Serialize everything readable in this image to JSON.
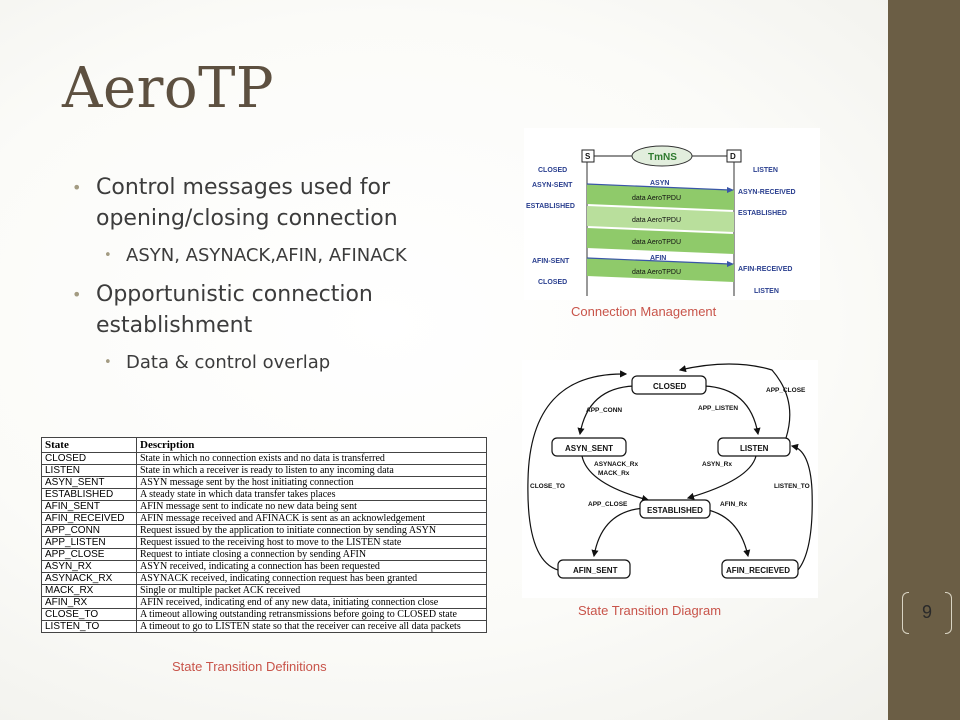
{
  "slide": {
    "title": "AeroTP",
    "page_number": "9",
    "bullets": [
      {
        "text": "Control messages used for opening/closing connection",
        "subs": [
          "ASYN, ASYNACK,AFIN, AFINACK"
        ]
      },
      {
        "text": "Opportunistic connection establishment",
        "subs": [
          "Data & control overlap"
        ]
      }
    ]
  },
  "connection_figure": {
    "caption": "Connection Management",
    "s_label": "S",
    "d_label": "D",
    "cloud_label": "TmNS",
    "left_states": [
      "CLOSED",
      "ASYN-SENT",
      "ESTABLISHED",
      "AFIN-SENT",
      "CLOSED"
    ],
    "right_states": [
      "LISTEN",
      "ASYN-RECEIVED",
      "ESTABLISHED",
      "AFIN-RECEIVED",
      "LISTEN"
    ],
    "bands": [
      {
        "ctrl": "ASYN",
        "data": "data AeroTPDU"
      },
      {
        "ctrl": "",
        "data": "data AeroTPDU"
      },
      {
        "ctrl": "",
        "data": "data AeroTPDU"
      },
      {
        "ctrl": "AFIN",
        "data": "data AeroTPDU"
      }
    ]
  },
  "state_diagram": {
    "caption": "State Transition Diagram",
    "states": {
      "closed": "CLOSED",
      "asyn_sent": "ASYN_SENT",
      "listen": "LISTEN",
      "established": "ESTABLISHED",
      "afin_sent": "AFIN_SENT",
      "afin_recieved": "AFIN_RECIEVED"
    },
    "transitions": {
      "app_conn": "APP_CONN",
      "app_listen": "APP_LISTEN",
      "app_close_top": "APP_CLOSE",
      "asynack_rx": "ASYNACK_Rx",
      "mack_rx": "MACK_Rx",
      "asyn_rx": "ASYN_Rx",
      "close_to": "CLOSE_TO",
      "listen_to": "LISTEN_TO",
      "app_close_mid": "APP_CLOSE",
      "afin_rx": "AFIN_Rx"
    }
  },
  "definitions": {
    "caption": "State Transition Definitions",
    "headers": [
      "State",
      "Description"
    ],
    "rows": [
      [
        "CLOSED",
        "State in which no connection exists and no data is transferred"
      ],
      [
        "LISTEN",
        "State in which a receiver is ready to listen to any incoming data"
      ],
      [
        "ASYN_SENT",
        "ASYN message sent by the host initiating connection"
      ],
      [
        "ESTABLISHED",
        "A steady state in which data transfer takes places"
      ],
      [
        "AFIN_SENT",
        "AFIN message sent to indicate no new data being sent"
      ],
      [
        "AFIN_RECEIVED",
        "AFIN message received and AFINACK is sent as an acknowledgement"
      ],
      [
        "APP_CONN",
        "Request issued by the application to initiate connection by sending ASYN"
      ],
      [
        "APP_LISTEN",
        "Request issued to the receiving host to move to the LISTEN state"
      ],
      [
        "APP_CLOSE",
        "Request to intiate closing a connection by sending AFIN"
      ],
      [
        "ASYN_RX",
        "ASYN received, indicating a connection has been requested"
      ],
      [
        "ASYNACK_RX",
        "ASYNACK received, indicating connection request has been granted"
      ],
      [
        "MACK_RX",
        "Single or multiple packet ACK received"
      ],
      [
        "AFIN_RX",
        "AFIN received, indicating end of any new data, initiating connection close"
      ],
      [
        "CLOSE_TO",
        "A timeout allowing outstanding retransmissions before going to CLOSED state"
      ],
      [
        "LISTEN_TO",
        "A timeout to go to LISTEN state so that the receiver can receive all data packets"
      ]
    ]
  },
  "colors": {
    "title": "#5d5040",
    "sidebar": "#6b5e45",
    "caption": "#c8544a",
    "band_dark": "#8fca6a",
    "band_light": "#b9df9c",
    "arrow": "#3a56a8"
  }
}
